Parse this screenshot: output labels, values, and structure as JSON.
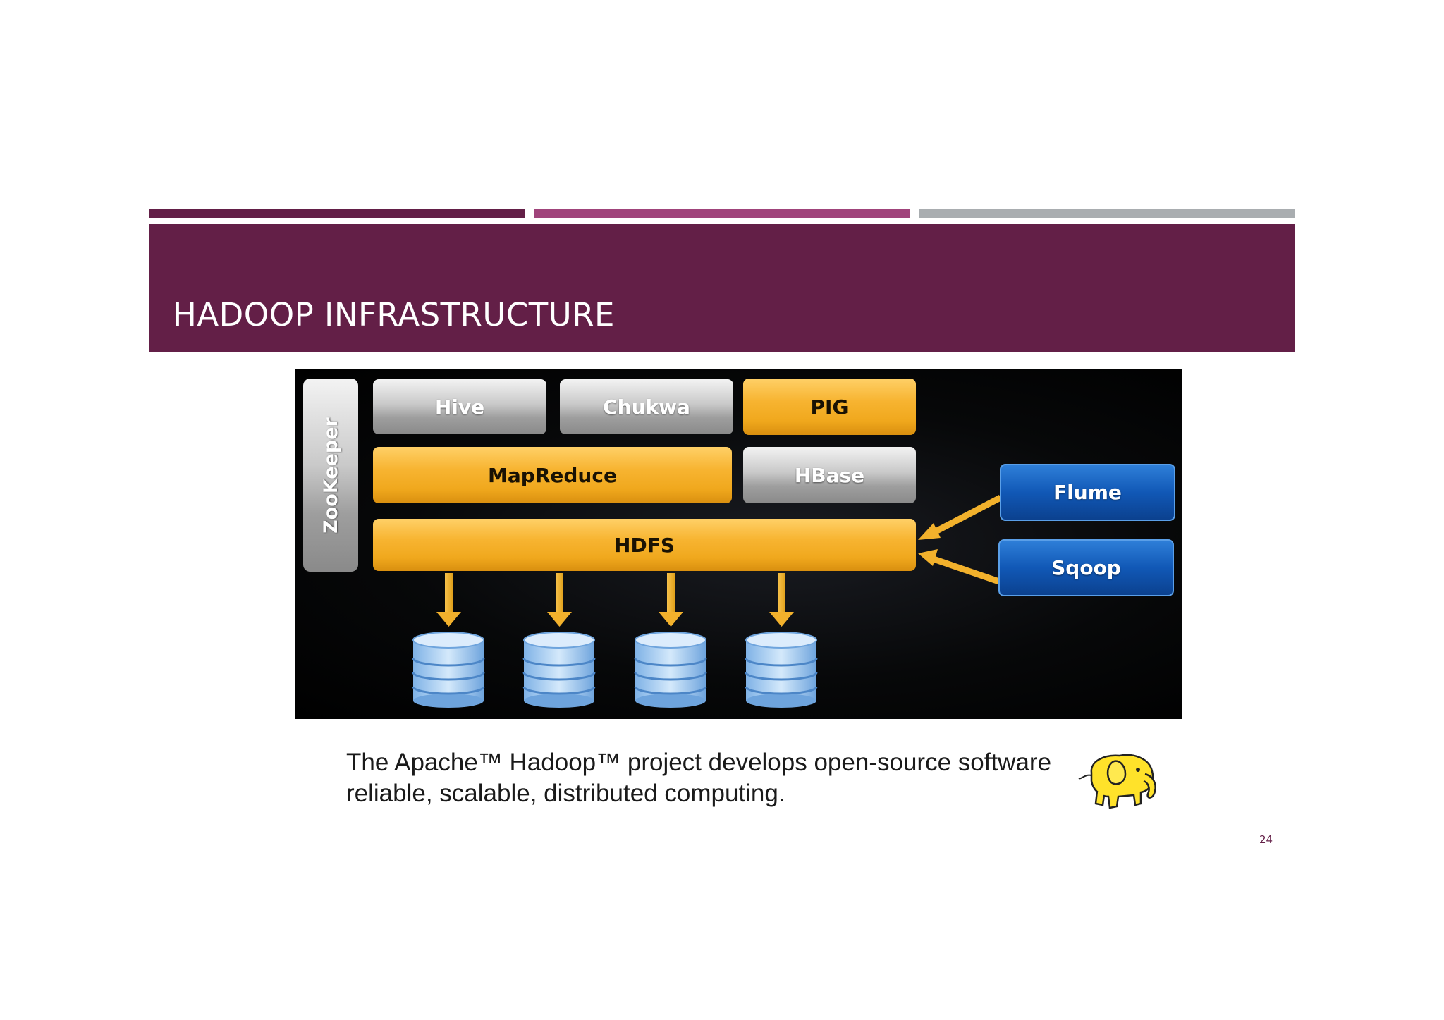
{
  "slide": {
    "title": "HADOOP INFRASTRUCTURE",
    "page_number": "24",
    "colors": {
      "title_bar": "#631f47",
      "accent_1": "#631f47",
      "accent_2": "#a0447b",
      "accent_3": "#a9adb0"
    }
  },
  "diagram": {
    "components": {
      "zookeeper": "ZooKeeper",
      "hive": "Hive",
      "chukwa": "Chukwa",
      "pig": "PIG",
      "mapreduce": "MapReduce",
      "hbase": "HBase",
      "hdfs": "HDFS",
      "flume": "Flume",
      "sqoop": "Sqoop"
    },
    "colors": {
      "yellow": "#f7b431",
      "grey": "#b5b5b5",
      "blue": "#1158b6",
      "disk": "#9fc7ee"
    },
    "storage_disk_count": 4,
    "icons": [
      "down-arrow-icon",
      "database-disk-icon",
      "left-arrow-icon"
    ]
  },
  "caption": {
    "line1": "The Apache™ Hadoop™ project develops open-source software",
    "line2": "reliable, scalable, distributed computing."
  },
  "logo": {
    "icon": "hadoop-elephant-logo"
  }
}
